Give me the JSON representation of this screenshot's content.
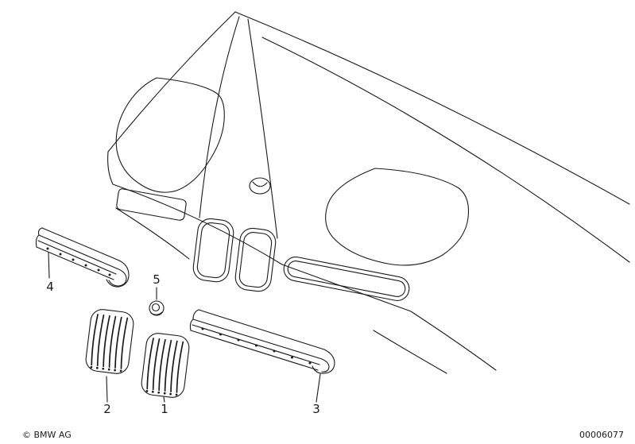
{
  "diagram": {
    "type": "exploded-parts-line-diagram",
    "subject": "vehicle front grille components",
    "callouts": {
      "part1": "1",
      "part2": "2",
      "part3": "3",
      "part4": "4",
      "part5": "5"
    },
    "footer": {
      "copyright": "© BMW AG",
      "document_number": "00006077"
    },
    "colors": {
      "line": "#1a1a1a",
      "background": "#ffffff"
    }
  }
}
